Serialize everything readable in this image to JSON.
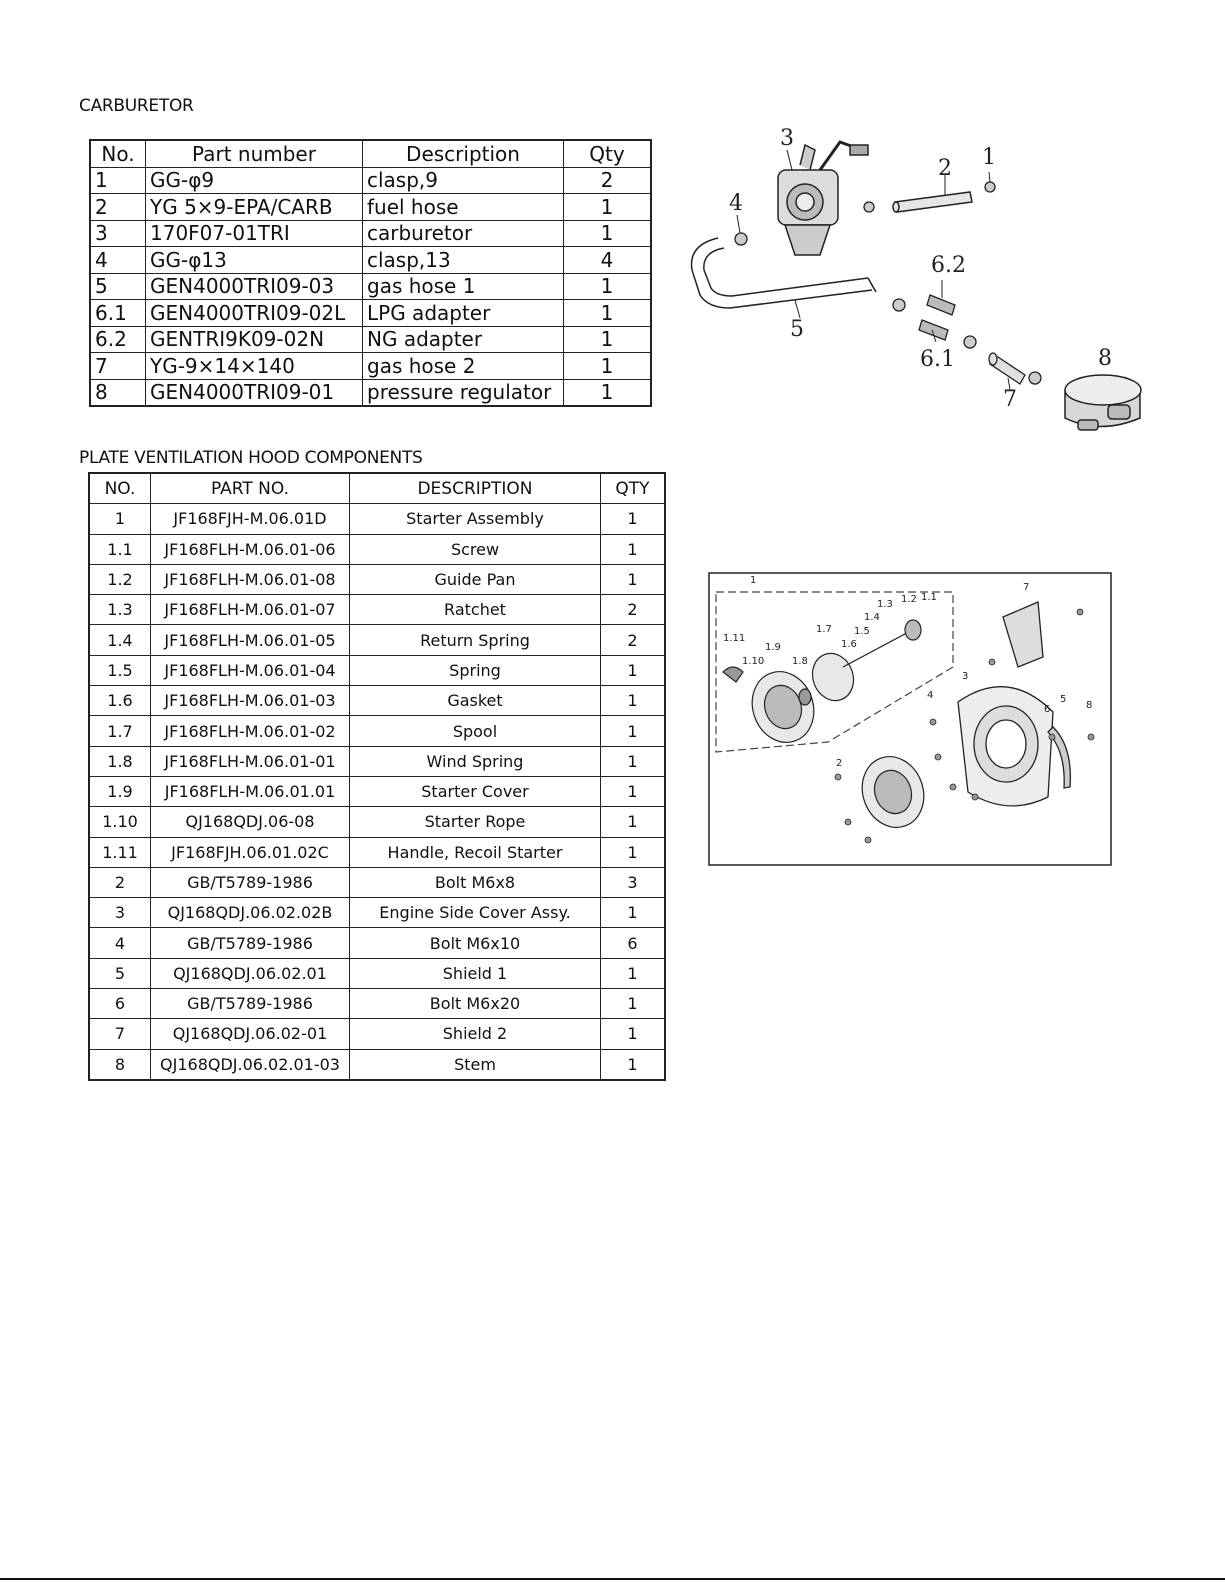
{
  "carburetor": {
    "heading": "CARBURETOR",
    "headers": [
      "No.",
      "Part number",
      "Description",
      "Qty"
    ],
    "rows": [
      [
        "1",
        "GG-φ9",
        "clasp,9",
        "2"
      ],
      [
        "2",
        "YG 5×9-EPA/CARB",
        "fuel hose",
        "1"
      ],
      [
        "3",
        "170F07-01TRI",
        "carburetor",
        "1"
      ],
      [
        "4",
        "GG-φ13",
        "clasp,13",
        "4"
      ],
      [
        "5",
        "GEN4000TRI09-03",
        "gas hose 1",
        "1"
      ],
      [
        "6.1",
        "GEN4000TRI09-02L",
        "LPG adapter",
        "1"
      ],
      [
        "6.2",
        "GENTRI9K09-02N",
        "NG adapter",
        "1"
      ],
      [
        "7",
        "YG-9×14×140",
        "gas hose 2",
        "1"
      ],
      [
        "8",
        "GEN4000TRI09-01",
        "pressure regulator",
        "1"
      ]
    ],
    "diagram_labels": [
      "1",
      "2",
      "3",
      "4",
      "5",
      "6.1",
      "6.2",
      "7",
      "8"
    ]
  },
  "hood": {
    "heading": "PLATE VENTILATION HOOD COMPONENTS",
    "headers": [
      "NO.",
      "PART NO.",
      "DESCRIPTION",
      "QTY"
    ],
    "rows": [
      [
        "1",
        "JF168FJH-M.06.01D",
        "Starter Assembly",
        "1"
      ],
      [
        "1.1",
        "JF168FLH-M.06.01-06",
        "Screw",
        "1"
      ],
      [
        "1.2",
        "JF168FLH-M.06.01-08",
        "Guide Pan",
        "1"
      ],
      [
        "1.3",
        "JF168FLH-M.06.01-07",
        "Ratchet",
        "2"
      ],
      [
        "1.4",
        "JF168FLH-M.06.01-05",
        "Return Spring",
        "2"
      ],
      [
        "1.5",
        "JF168FLH-M.06.01-04",
        "Spring",
        "1"
      ],
      [
        "1.6",
        "JF168FLH-M.06.01-03",
        "Gasket",
        "1"
      ],
      [
        "1.7",
        "JF168FLH-M.06.01-02",
        "Spool",
        "1"
      ],
      [
        "1.8",
        "JF168FLH-M.06.01-01",
        "Wind Spring",
        "1"
      ],
      [
        "1.9",
        "JF168FLH-M.06.01.01",
        "Starter Cover",
        "1"
      ],
      [
        "1.10",
        "QJ168QDJ.06-08",
        "Starter  Rope",
        "1"
      ],
      [
        "1.11",
        "JF168FJH.06.01.02C",
        "Handle, Recoil Starter",
        "1"
      ],
      [
        "2",
        "GB/T5789-1986",
        "Bolt M6x8",
        "3"
      ],
      [
        "3",
        "QJ168QDJ.06.02.02B",
        "Engine Side Cover Assy.",
        "1"
      ],
      [
        "4",
        "GB/T5789-1986",
        "Bolt M6x10",
        "6"
      ],
      [
        "5",
        "QJ168QDJ.06.02.01",
        "Shield 1",
        "1"
      ],
      [
        "6",
        "GB/T5789-1986",
        "Bolt M6x20",
        "1"
      ],
      [
        "7",
        "QJ168QDJ.06.02-01",
        "Shield 2",
        "1"
      ],
      [
        "8",
        "QJ168QDJ.06.02.01-03",
        "Stem",
        "1"
      ]
    ],
    "diagram_labels": [
      "1",
      "1.1",
      "1.2",
      "1.3",
      "1.4",
      "1.5",
      "1.6",
      "1.7",
      "1.8",
      "1.9",
      "1.10",
      "1.11",
      "2",
      "3",
      "4",
      "5",
      "6",
      "7",
      "8"
    ]
  }
}
